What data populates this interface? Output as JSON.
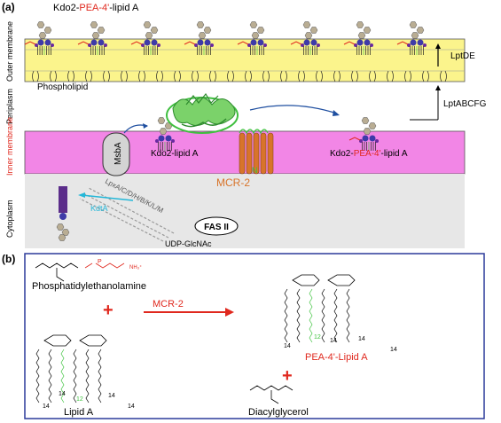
{
  "panel_a": {
    "label": "(a)",
    "title_parts": [
      "Kdo2-",
      "PEA-4'",
      "-lipid A"
    ],
    "phospholipid": "Phospholipid",
    "lptde": "LptDE",
    "lptabcfg": "LptABCFG",
    "msba": "MsbA",
    "kdo2_lipid_a": "Kdo2-lipid A",
    "mcr2": "MCR-2",
    "mcr2_n": "N",
    "kdo2_pea_parts": [
      "Kdo2-",
      "PEA-4'",
      "-lipid A"
    ],
    "lpx": "LpxA/C/D/H/B/K/L/M",
    "kdta": "KdtA",
    "fas": "FAS II",
    "udp": "UDP-GlcNAc",
    "side_labels": {
      "outer": "Outer membrane",
      "peri": "Periplasm",
      "inner": "Inner membrane",
      "cyto": "Cytoplasm"
    },
    "colors": {
      "outer_membrane": "#fbf48c",
      "inner_membrane": "#f286e6",
      "cytoplasm": "#e7e7e7",
      "mcr2": "#d8742a",
      "pea": "#e0281e",
      "kdta": "#24b7d8",
      "lipid_green": "#3fc33f"
    }
  },
  "panel_b": {
    "label": "(b)",
    "pe_label": "Phosphatidylethanolamine",
    "plus1": "+",
    "arrow_label": "MCR-2",
    "lipid_a_label": "Lipid A",
    "pea_lipid_a_label": "PEA-4'-Lipid A",
    "plus2": "+",
    "dag_label": "Diacylglycerol",
    "chain_labels": [
      "14",
      "14",
      "12",
      "14",
      "14",
      "14",
      "12",
      "14",
      "14",
      "14"
    ]
  }
}
